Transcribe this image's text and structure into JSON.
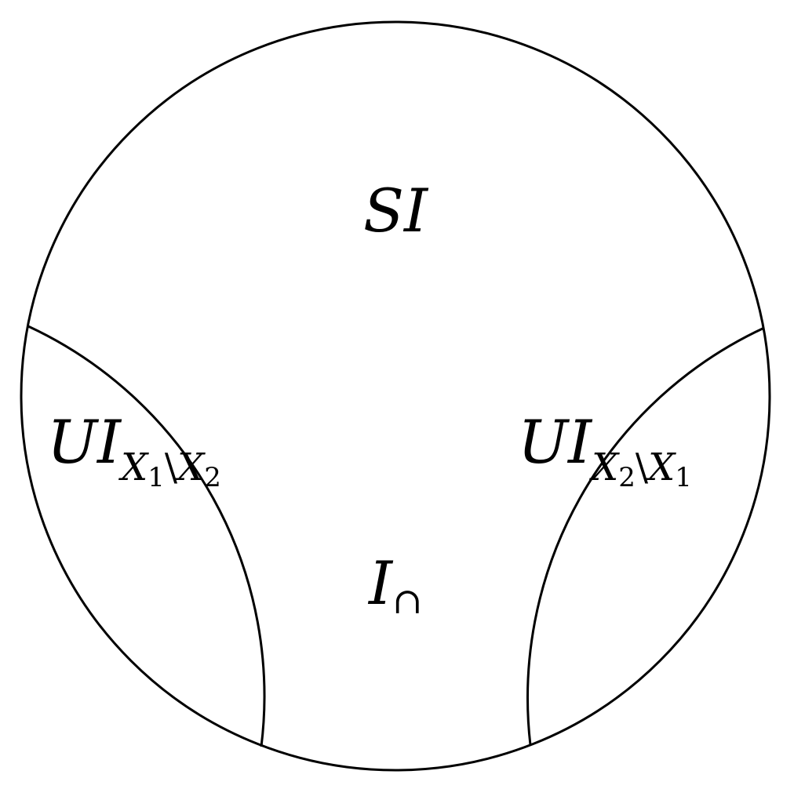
{
  "regions": {
    "top": {
      "label": "SI"
    },
    "left": {
      "base": "UI",
      "sub_a": "X",
      "sub_a_idx": "1",
      "sub_sep": "\\",
      "sub_b": "X",
      "sub_b_idx": "2"
    },
    "right": {
      "base": "UI",
      "sub_a": "X",
      "sub_a_idx": "2",
      "sub_sep": "\\",
      "sub_b": "X",
      "sub_b_idx": "1"
    },
    "center": {
      "base": "I",
      "sub": "∩"
    }
  },
  "colors": {
    "stroke": "#000000",
    "background": "#ffffff"
  }
}
